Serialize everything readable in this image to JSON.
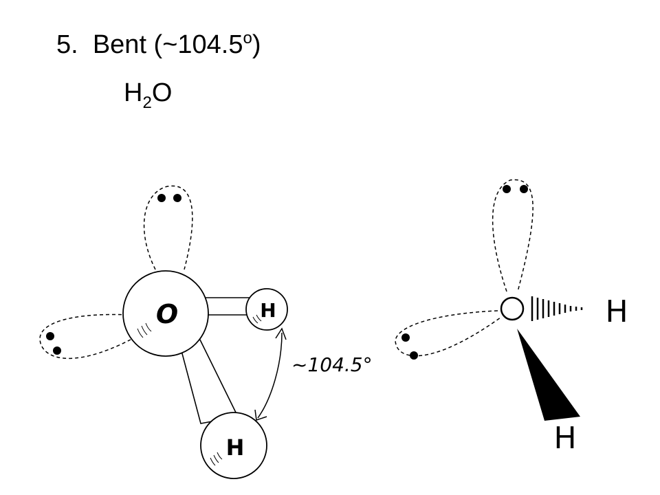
{
  "slide": {
    "heading": {
      "number": "5.",
      "text": "Bent (~104.5",
      "superscript": "o",
      "close": ")"
    },
    "formula": {
      "base": "H",
      "subscript": "2",
      "tail": "O"
    }
  },
  "left_model": {
    "central_atom_label": "O",
    "top_right_atom_label": "H",
    "bottom_atom_label": "H",
    "angle_label": "~104.5°"
  },
  "right_model": {
    "hashed_bond_atom_label": "H",
    "wedge_bond_atom_label": "H"
  }
}
